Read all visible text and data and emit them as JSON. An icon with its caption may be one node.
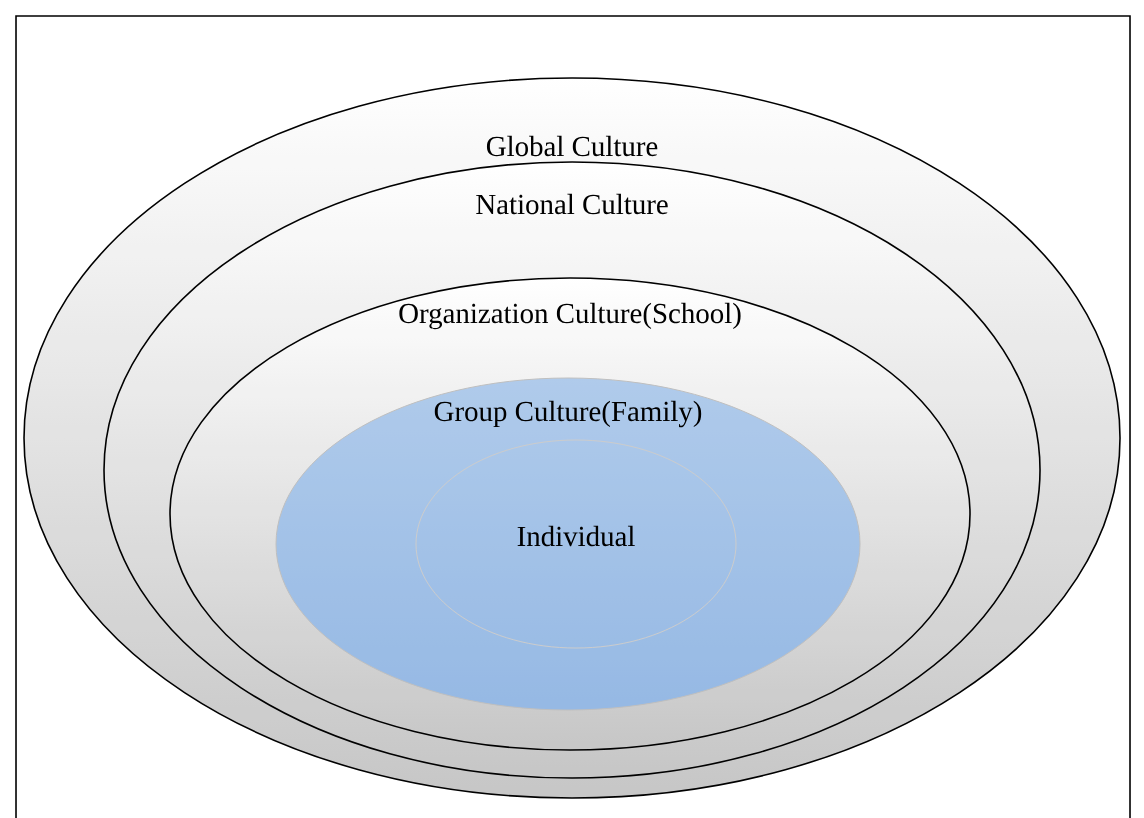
{
  "diagram": {
    "nodes": [
      {
        "text": [
          "Global Culture"
        ]
      },
      {
        "text": [
          "National Culture"
        ],
        "in": 0
      },
      {
        "text": [
          "Organization Culture(School)"
        ],
        "in": 1
      },
      {
        "text": [
          "Group Culture(Family)"
        ],
        "in": 2
      },
      {
        "text": [
          "Individual"
        ],
        "in": 3
      }
    ]
  }
}
